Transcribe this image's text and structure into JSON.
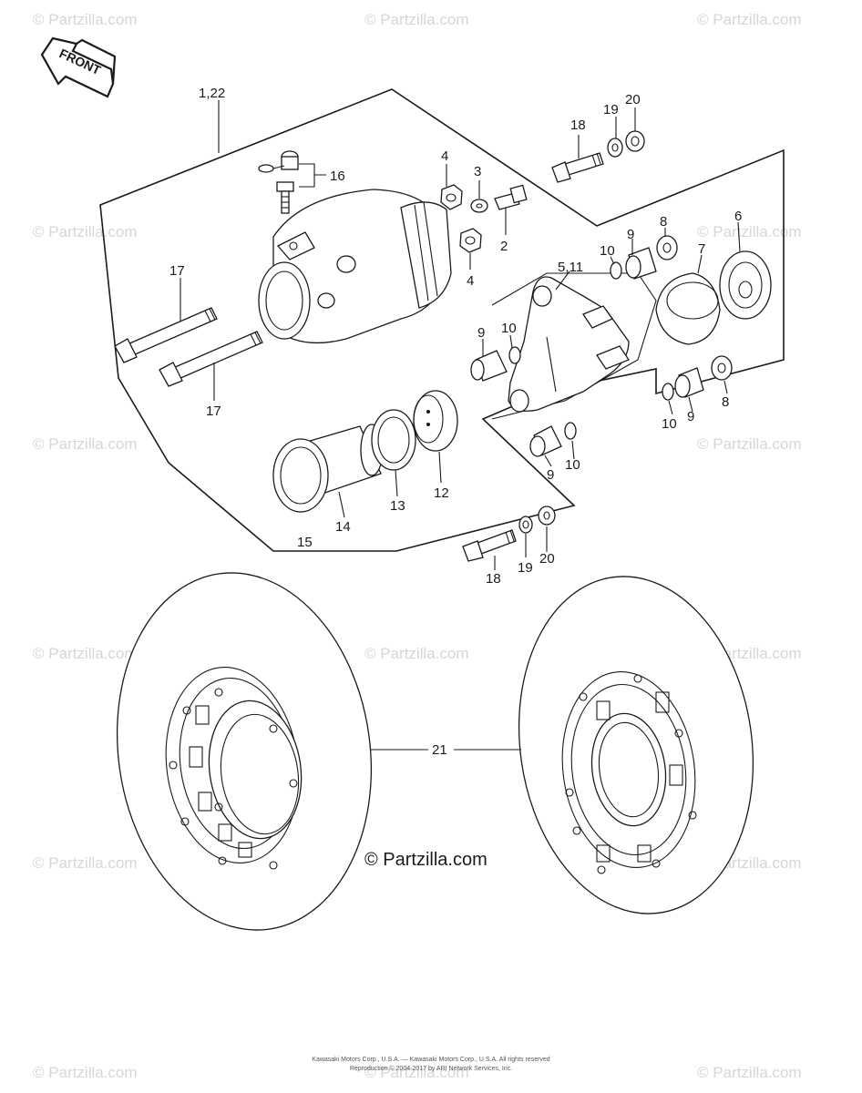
{
  "watermark": "© Partzilla.com",
  "center_watermark": "© Partzilla.com",
  "front_label": "FRONT",
  "footer": {
    "line1": "Kawasaki Motors Corp., U.S.A. — Kawasaki Motors Corp., U.S.A. All rights reserved",
    "line2": "Reproduction © 2004-2017 by ARI Network Services, Inc."
  },
  "callouts": {
    "c1_22": "1,22",
    "c16": "16",
    "c4a": "4",
    "c3": "3",
    "c2": "2",
    "c4b": "4",
    "c18a": "18",
    "c19a": "19",
    "c20a": "20",
    "c17a": "17",
    "c17b": "17",
    "c5_11": "5,11",
    "c10a": "10",
    "c9a": "9",
    "c8a": "8",
    "c7": "7",
    "c6": "6",
    "c9b": "9",
    "c10b": "10",
    "c10c": "10",
    "c9c": "9",
    "c8b": "8",
    "c9d": "9",
    "c10d": "10",
    "c13": "13",
    "c12": "12",
    "c14": "14",
    "c15": "15",
    "c18b": "18",
    "c19b": "19",
    "c20b": "20",
    "c21": "21"
  }
}
